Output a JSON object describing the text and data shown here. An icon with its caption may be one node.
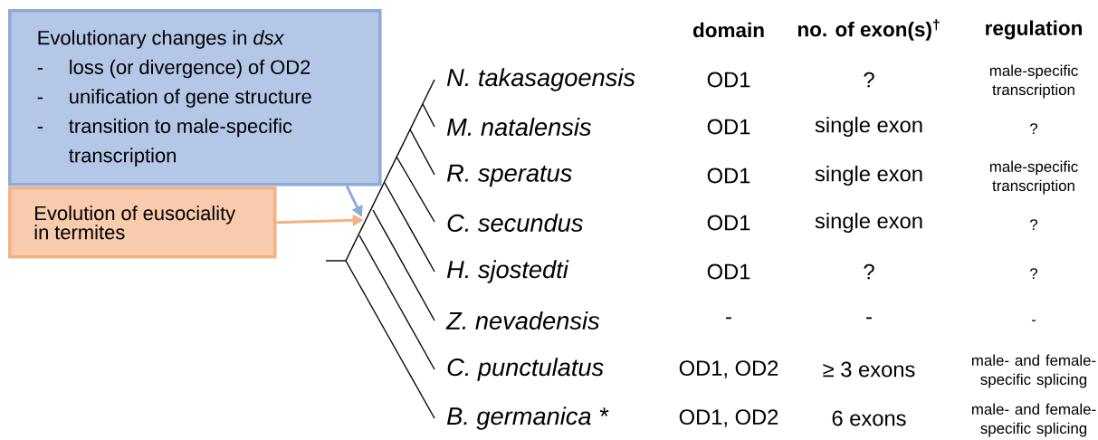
{
  "diagram": {
    "nodes": [
      {
        "text": [
          "Evolutionary changes in *dsx*",
          "-",
          "loss (or divergence) of OD2",
          "-",
          "unification of gene structure",
          "-",
          "transition to male-specific transcription"
        ]
      },
      {
        "text": [
          "Evolution of eusociality in termites"
        ]
      },
      {
        "text": [],
        "shape": "picture"
      }
    ],
    "edges": [
      {
        "from": 0,
        "to": 2,
        "arrow": "to",
        "color": "#8eaadb"
      },
      {
        "from": 1,
        "to": 2,
        "arrow": "to",
        "color": "#f4b183"
      }
    ],
    "labels": [
      "domain",
      "no. of exon(s)$^{†}$",
      "regulation",
      "N. takasagoensis",
      "OD1",
      "?",
      "male-specific transcription",
      "M. natalensis",
      "OD1",
      "single exon",
      "?",
      "R. speratus",
      "OD1",
      "single exon",
      "male-specific transcription",
      "C. secundus",
      "OD1",
      "single exon",
      "?",
      "H. sjostedti",
      "OD1",
      "?",
      "?",
      "Z. nevadensis",
      "-",
      "-",
      "-",
      "C. punctulatus",
      "OD1, OD2",
      "≥ 3 exons",
      "male- and female- specific splicing",
      "B. germanica *",
      "OD1, OD2",
      "6 exons",
      "male- and female- specific splicing"
    ]
  }
}
